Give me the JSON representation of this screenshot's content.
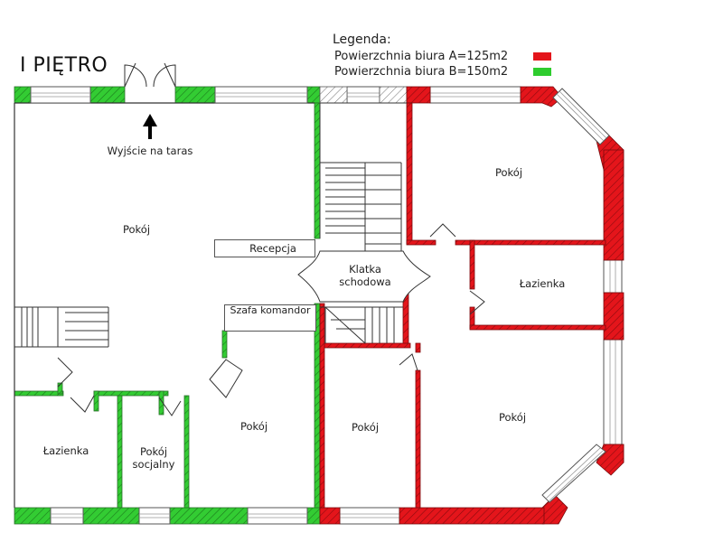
{
  "title": "I PIĘTRO",
  "legend": {
    "title": "Legenda:",
    "office_a": "Powierzchnia biura A=125m2",
    "office_b": "Powierzchnia biura B=150m2",
    "color_a": "#e4151b",
    "color_b": "#2ecc2e"
  },
  "rooms": {
    "room_main": "Pokój",
    "exit": "Wyjście na taras",
    "reception": "Recepcja",
    "stairwell": "Klatka schodowa",
    "wardrobe": "Szafa komandor",
    "room_top_right": "Pokój",
    "bathroom_right": "Łazienka",
    "bathroom_left": "Łazienka",
    "social_room": "Pokój socjalny",
    "room_bottom_mid": "Pokój",
    "room_bottom_center": "Pokój",
    "room_bottom_right": "Pokój"
  }
}
